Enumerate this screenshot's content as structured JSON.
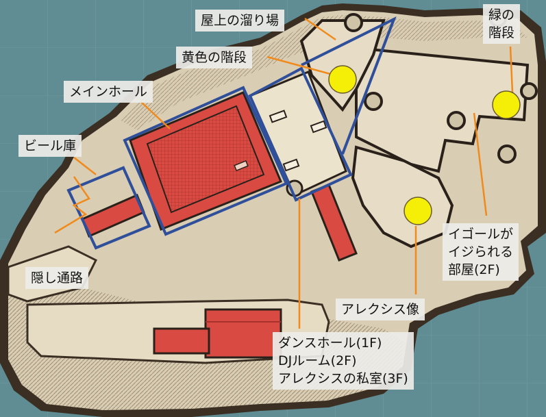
{
  "map": {
    "labels": {
      "rooftop_pool": "屋上の溜り場",
      "yellow_stairs": "黄色の階段",
      "green_stairs_line1": "緑の",
      "green_stairs_line2": "階段",
      "main_hall": "メインホール",
      "beer_storage": "ビール庫",
      "secret_passage": "隠し通路",
      "igor_room_line1": "イゴールが",
      "igor_room_line2": "イジられる",
      "igor_room_line3": "部屋(2F)",
      "alexis_statue": "アレクシス像",
      "dance_hall_line1": "ダンスホール(1F)",
      "dance_hall_line2": "DJルーム(2F)",
      "dance_hall_line3": "アレクシスの私室(3F)"
    },
    "colors": {
      "sea": "#5f8d93",
      "land": "#d9cdb3",
      "coast": "#2a211a",
      "buildings_red": "#d94a43",
      "zone_outline_blue": "#2f4f9a",
      "pointer_orange": "#f08a1c",
      "marker_yellow": "#f5ef08"
    }
  }
}
